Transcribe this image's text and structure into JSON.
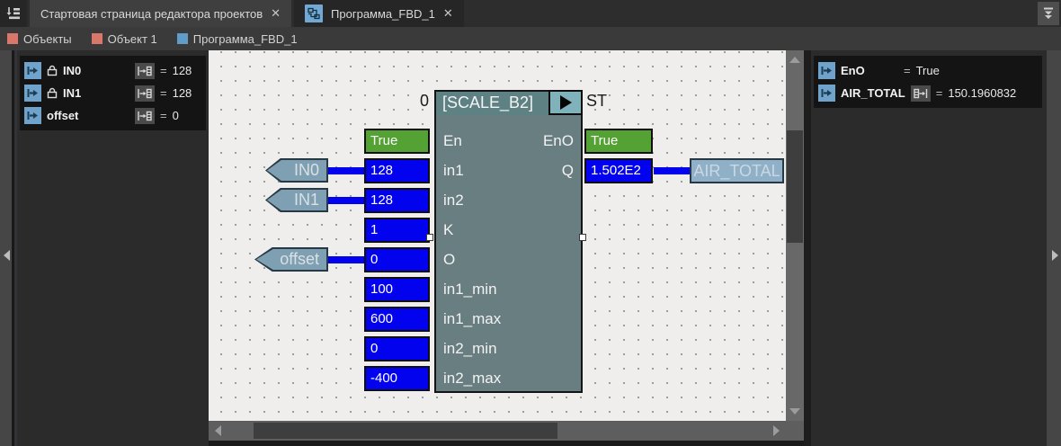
{
  "tab_bar": {
    "tabs": [
      {
        "label": "Стартовая страница редактора проектов",
        "close": "✕"
      },
      {
        "label": "Программа_FBD_1",
        "close": "✕"
      }
    ]
  },
  "breadcrumb": {
    "items": [
      {
        "label": "Объекты",
        "color": "#d9776b"
      },
      {
        "label": "Объект 1",
        "color": "#d9776b"
      },
      {
        "label": "Программа_FBD_1",
        "color": "#5f9cc9"
      }
    ]
  },
  "left_panel": {
    "rows": [
      {
        "name": "IN0",
        "eq": "=",
        "value": "128",
        "locked": true
      },
      {
        "name": "IN1",
        "eq": "=",
        "value": "128",
        "locked": true
      },
      {
        "name": "offset",
        "eq": "=",
        "value": "0",
        "locked": false
      }
    ]
  },
  "right_panel": {
    "rows": [
      {
        "name": "EnO",
        "eq": "=",
        "value": "True"
      },
      {
        "name": "AIR_TOTAL",
        "eq": "=",
        "value": "150.1960832"
      }
    ]
  },
  "canvas": {
    "exec_order": "0",
    "language": "ST",
    "block": {
      "title": "[SCALE_B2]",
      "pins": [
        {
          "left": "En",
          "right": "EnO"
        },
        {
          "left": "in1",
          "right": "Q"
        },
        {
          "left": "in2",
          "right": ""
        },
        {
          "left": "K",
          "right": ""
        },
        {
          "left": "O",
          "right": ""
        },
        {
          "left": "in1_min",
          "right": ""
        },
        {
          "left": "in1_max",
          "right": ""
        },
        {
          "left": "in2_min",
          "right": ""
        },
        {
          "left": "in2_max",
          "right": ""
        }
      ],
      "input_values": [
        "True",
        "128",
        "128",
        "1",
        "0",
        "100",
        "600",
        "0",
        "-400"
      ],
      "output_values": [
        "True",
        "1.502E2"
      ]
    },
    "input_tags": [
      "IN0",
      "IN1",
      "offset"
    ],
    "output_tag": "AIR_TOTAL"
  },
  "colors": {
    "wire": "#0202ef",
    "value_box_blue": "#0202ef",
    "value_box_true_green": "#54a233",
    "block_body": "#697e81",
    "block_header": "#5e8184",
    "play_button": "#7fb2ba",
    "tag_fill": "#7f9fb2",
    "output_tag_fill": "#8fb0c6",
    "canvas_bg": "#efeeec",
    "panel_bg": "#2b2b2b",
    "accent_blue_icon": "#6fa3cc"
  }
}
